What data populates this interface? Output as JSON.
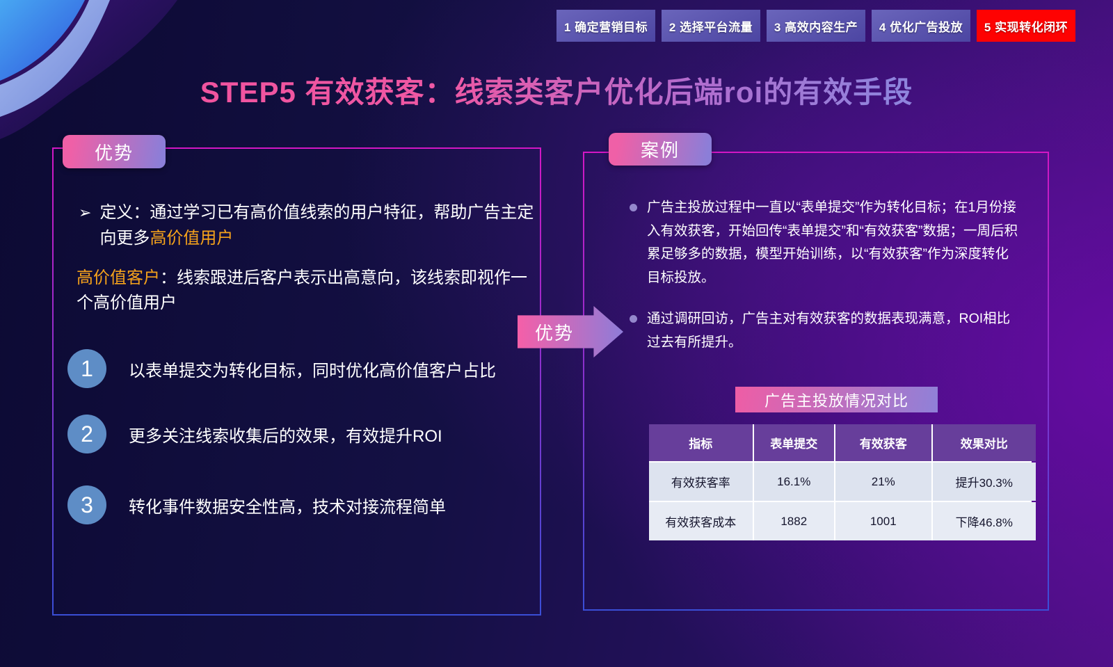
{
  "tabs": [
    {
      "label": "1 确定营销目标",
      "active": false
    },
    {
      "label": "2 选择平台流量",
      "active": false
    },
    {
      "label": "3 高效内容生产",
      "active": false
    },
    {
      "label": "4 优化广告投放",
      "active": false
    },
    {
      "label": "5 实现转化闭环",
      "active": true
    }
  ],
  "title": "STEP5 有效获客：线索类客户优化后端roi的有效手段",
  "left_panel": {
    "badge": "优势",
    "definition": {
      "marker": "➢",
      "text": "定义：通过学习已有高价值线索的用户特征，帮助广告主定向更多",
      "highlight": "高价值用户"
    },
    "paragraph": {
      "highlight": "高价值客户",
      "text": "：线索跟进后客户表示出高意向，该线索即视作一个高价值用户"
    },
    "points": [
      {
        "num": "1",
        "text": "以表单提交为转化目标，同时优化高价值客户占比"
      },
      {
        "num": "2",
        "text": "更多关注线索收集后的效果，有效提升ROI"
      },
      {
        "num": "3",
        "text": "转化事件数据安全性高，技术对接流程简单"
      }
    ]
  },
  "arrow_label": "优势",
  "right_panel": {
    "badge": "案例",
    "bullets": [
      "广告主投放过程中一直以“表单提交”作为转化目标；在1月份接入有效获客，开始回传“表单提交”和“有效获客”数据；一周后积累足够多的数据，模型开始训练，以“有效获客”作为深度转化目标投放。",
      "通过调研回访，广告主对有效获客的数据表现满意，ROI相比过去有所提升。"
    ],
    "table_title": "广告主投放情况对比",
    "table": {
      "headers": [
        "指标",
        "表单提交",
        "有效获客",
        "效果对比"
      ],
      "rows": [
        [
          "有效获客率",
          "16.1%",
          "21%",
          "提升30.3%"
        ],
        [
          "有效获客成本",
          "1882",
          "1001",
          "下降46.8%"
        ]
      ]
    }
  },
  "colors": {
    "active_tab_red": "#fe0202",
    "tab_purple": "#5a54ad",
    "title_pink": "#ef5ba5",
    "title_purple_end": "#8f84dd",
    "badge_gradient_start": "#ef60a7",
    "badge_gradient_end": "#8b7ed8",
    "panel_border_top": "#d317c4",
    "panel_border_bottom": "#3a4ed6",
    "highlight_orange": "#f5a21b",
    "number_circle_blue": "#5e8dc6",
    "table_header_purple": "#673e9b",
    "table_row_light": "#dde3ef"
  }
}
